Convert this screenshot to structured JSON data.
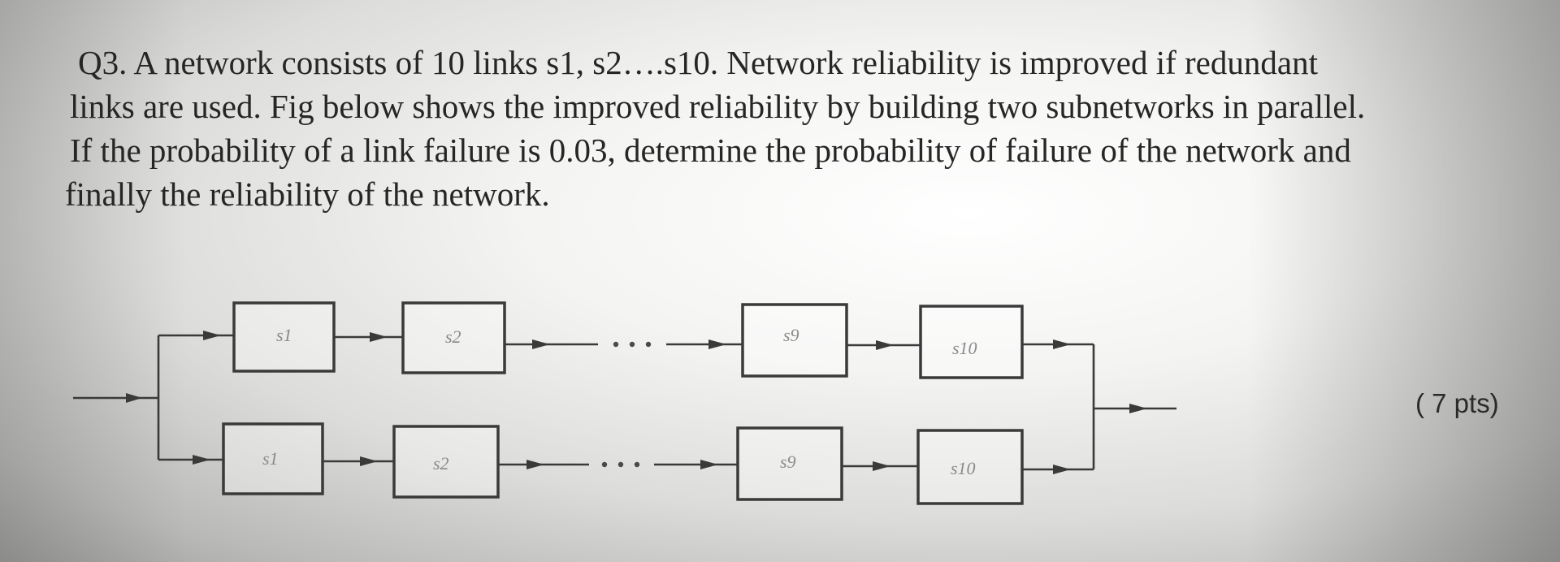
{
  "question": {
    "line1": "Q3. A network consists of 10 links s1, s2….s10. Network reliability is improved if redundant",
    "line2": "links are used. Fig below shows the improved reliability by building two subnetworks in parallel.",
    "line3": "If the probability of a link failure is 0.03, determine the probability of failure of the network and",
    "line4": "finally the reliability of the network."
  },
  "points": "( 7 pts)",
  "diagram": {
    "top_branch": [
      "s1",
      "s2",
      "s9",
      "s10"
    ],
    "bottom_branch": [
      "s1",
      "s2",
      "s9",
      "s10"
    ]
  }
}
